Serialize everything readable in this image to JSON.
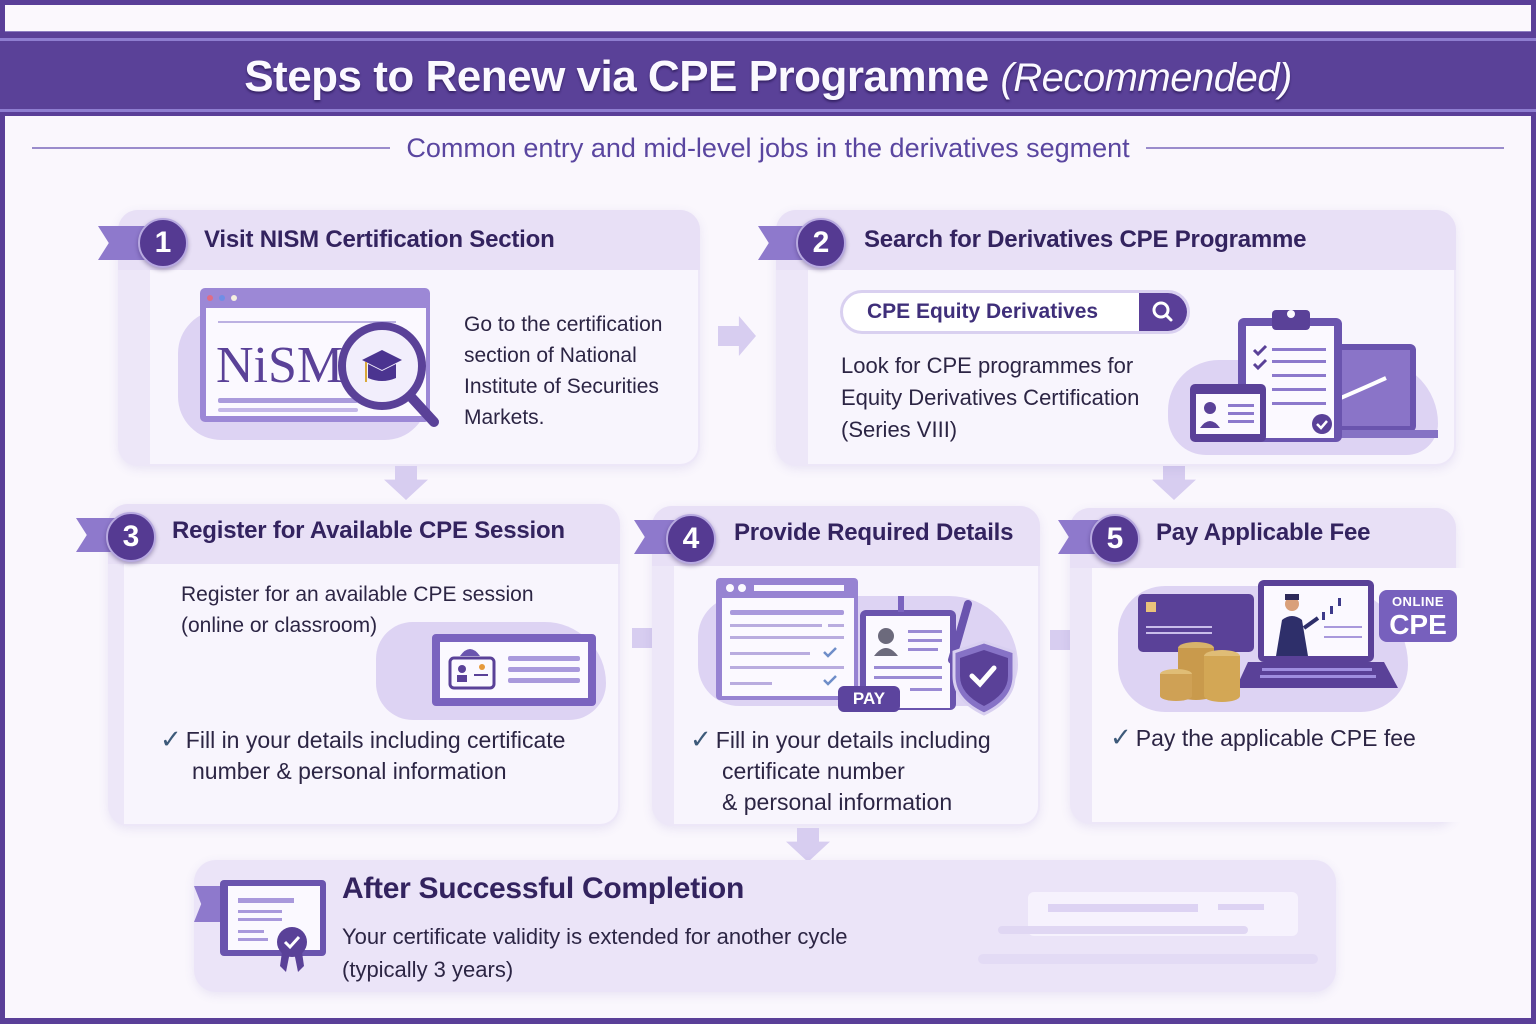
{
  "header": {
    "title_main": "Steps to Renew via CPE Programme",
    "title_suffix": "(Recommended)",
    "subtitle": "Common entry and mid-level jobs in the derivatives segment"
  },
  "colors": {
    "primary": "#5a3f98",
    "header_band": "#5a4198",
    "card_bg": "#ede7f8",
    "body_bg": "#faf7fd",
    "title_text": "#33235f",
    "arrow": "#d7cdf0"
  },
  "steps": [
    {
      "number": "1",
      "title": "Visit NISM Certification Section",
      "description": "Go to the certification section of National Institute of Securities Markets.",
      "desc_lines": [
        "Go to the certification",
        "section of National",
        "Institute of Securities",
        "Markets."
      ],
      "illustration": {
        "logo_text": "NiSM",
        "icons": [
          "browser-window-icon",
          "magnifier-icon",
          "graduation-cap-icon"
        ]
      }
    },
    {
      "number": "2",
      "title": "Search for Derivatives CPE Programme",
      "search": {
        "value": "CPE  Equity Derivatives",
        "button_icon": "search-icon"
      },
      "desc_lines": [
        "Look for CPE programmes for",
        "Equity Derivatives Certification",
        "(Series VIII)"
      ],
      "illustration": {
        "icons": [
          "clipboard-checklist-icon",
          "id-card-icon",
          "laptop-icon"
        ]
      }
    },
    {
      "number": "3",
      "title": "Register for Available CPE Session",
      "desc_lines": [
        "Register for an available CPE session",
        "(online or classroom)"
      ],
      "check_lines": [
        "Fill in your details including certificate",
        "number & personal information"
      ],
      "illustration": {
        "icons": [
          "registration-card-icon"
        ]
      }
    },
    {
      "number": "4",
      "title": "Provide Required Details",
      "check_lines": [
        "Fill in your details including",
        "certificate number",
        "& personal information"
      ],
      "illustration": {
        "pay_label": "PAY",
        "icons": [
          "form-window-icon",
          "profile-document-icon",
          "pen-icon",
          "shield-check-icon"
        ]
      }
    },
    {
      "number": "5",
      "title": "Pay Applicable Fee",
      "check_lines": [
        "Pay the applicable CPE fee"
      ],
      "illustration": {
        "badge_line1": "ONLINE",
        "badge_line2": "CPE",
        "icons": [
          "credit-card-icon",
          "coins-icon",
          "laptop-presenter-icon"
        ]
      }
    }
  ],
  "final": {
    "title": "After Successful Completion",
    "desc_lines": [
      "Your certificate validity is extended for another cycle",
      "(typically 3 years)"
    ],
    "icon": "certificate-award-icon"
  }
}
